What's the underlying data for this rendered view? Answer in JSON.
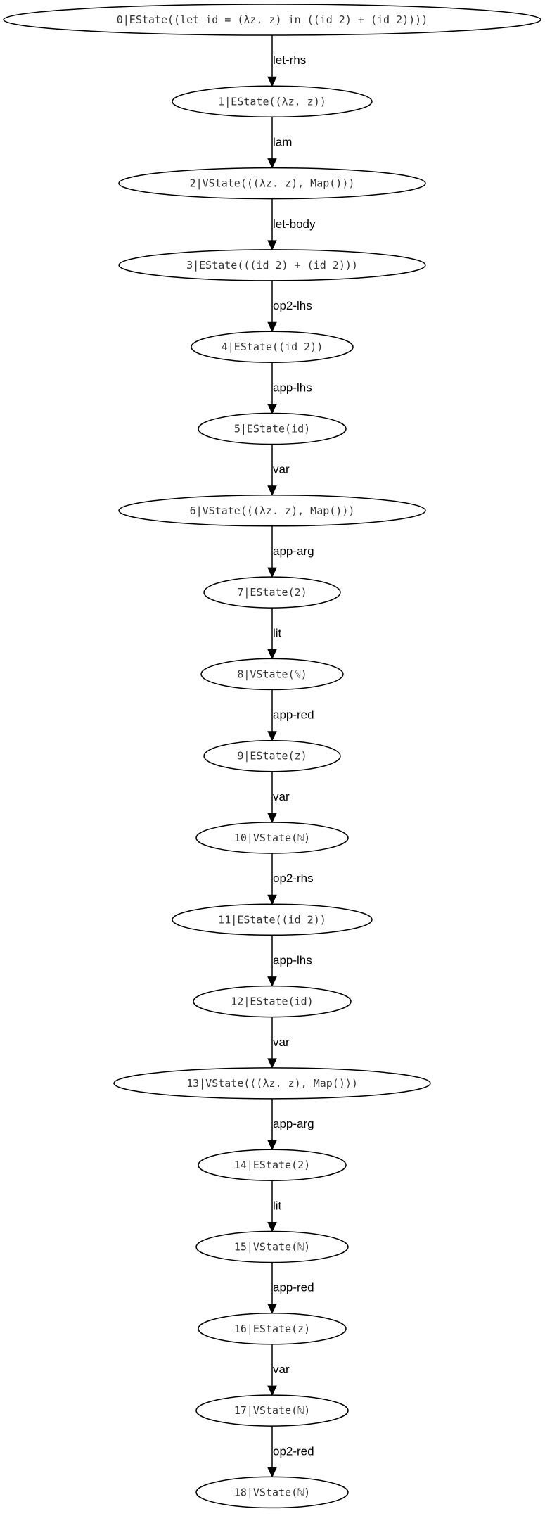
{
  "nodes": [
    {
      "id": 0,
      "label": "0|EState((let id = (λz. z) in ((id 2) + (id 2))))"
    },
    {
      "id": 1,
      "label": "1|EState((λz. z))"
    },
    {
      "id": 2,
      "label": "2|VState(⟨(λz. z), Map()⟩)"
    },
    {
      "id": 3,
      "label": "3|EState(((id 2) + (id 2)))"
    },
    {
      "id": 4,
      "label": "4|EState((id 2))"
    },
    {
      "id": 5,
      "label": "5|EState(id)"
    },
    {
      "id": 6,
      "label": "6|VState(⟨(λz. z), Map()⟩)"
    },
    {
      "id": 7,
      "label": "7|EState(2)"
    },
    {
      "id": 8,
      "label": "8|VState(ℕ)"
    },
    {
      "id": 9,
      "label": "9|EState(z)"
    },
    {
      "id": 10,
      "label": "10|VState(ℕ)"
    },
    {
      "id": 11,
      "label": "11|EState((id 2))"
    },
    {
      "id": 12,
      "label": "12|EState(id)"
    },
    {
      "id": 13,
      "label": "13|VState(⟨(λz. z), Map()⟩)"
    },
    {
      "id": 14,
      "label": "14|EState(2)"
    },
    {
      "id": 15,
      "label": "15|VState(ℕ)"
    },
    {
      "id": 16,
      "label": "16|EState(z)"
    },
    {
      "id": 17,
      "label": "17|VState(ℕ)"
    },
    {
      "id": 18,
      "label": "18|VState(ℕ)"
    }
  ],
  "edges": [
    {
      "from": 0,
      "to": 1,
      "label": "let-rhs"
    },
    {
      "from": 1,
      "to": 2,
      "label": "lam"
    },
    {
      "from": 2,
      "to": 3,
      "label": "let-body"
    },
    {
      "from": 3,
      "to": 4,
      "label": "op2-lhs"
    },
    {
      "from": 4,
      "to": 5,
      "label": "app-lhs"
    },
    {
      "from": 5,
      "to": 6,
      "label": "var"
    },
    {
      "from": 6,
      "to": 7,
      "label": "app-arg"
    },
    {
      "from": 7,
      "to": 8,
      "label": "lit"
    },
    {
      "from": 8,
      "to": 9,
      "label": "app-red"
    },
    {
      "from": 9,
      "to": 10,
      "label": "var"
    },
    {
      "from": 10,
      "to": 11,
      "label": "op2-rhs"
    },
    {
      "from": 11,
      "to": 12,
      "label": "app-lhs"
    },
    {
      "from": 12,
      "to": 13,
      "label": "var"
    },
    {
      "from": 13,
      "to": 14,
      "label": "app-arg"
    },
    {
      "from": 14,
      "to": 15,
      "label": "lit"
    },
    {
      "from": 15,
      "to": 16,
      "label": "app-red"
    },
    {
      "from": 16,
      "to": 17,
      "label": "var"
    },
    {
      "from": 17,
      "to": 18,
      "label": "op2-red"
    }
  ]
}
